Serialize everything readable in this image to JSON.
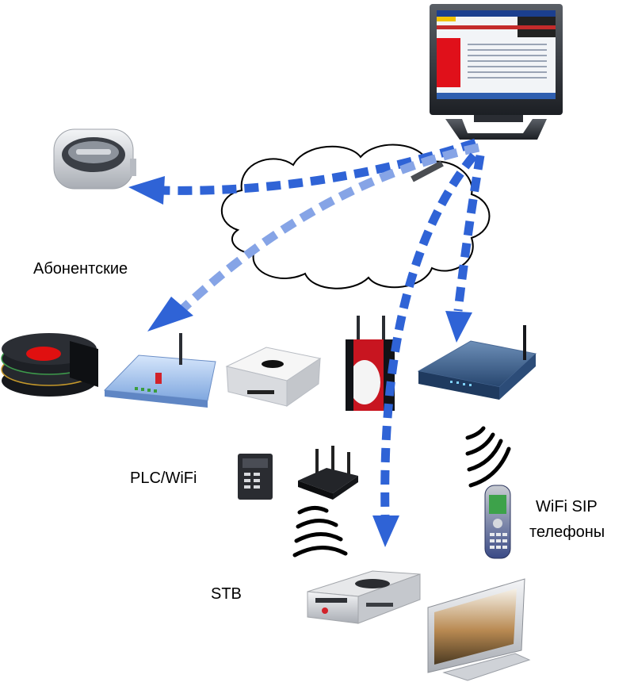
{
  "labels": {
    "subscriber": "Абонентские",
    "plc_wifi": "PLC/WiFi",
    "wifi_sip_line1": "WiFi SIP",
    "wifi_sip_line2": "телефоны",
    "stb": "STB"
  },
  "colors": {
    "arrow_dark": "#2f63d6",
    "arrow_light": "#86a4e6",
    "cloud_stroke": "#000000",
    "screen_red": "#e0101a"
  }
}
